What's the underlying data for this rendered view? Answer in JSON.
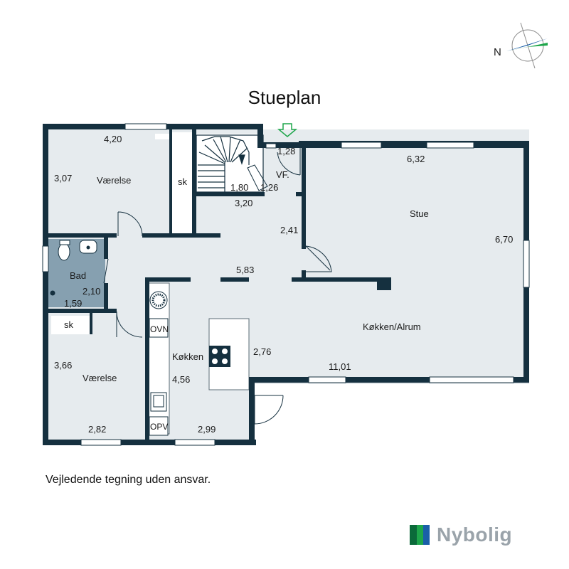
{
  "title": "Stueplan",
  "compass_label": "N",
  "disclaimer": "Vejledende tegning uden ansvar.",
  "brand": {
    "name": "Nybolig",
    "colors": [
      "#0b6a3a",
      "#1ea64b",
      "#1a5fa8"
    ]
  },
  "colors": {
    "wall": "#15303f",
    "floor": "#e6ebee",
    "bathroom": "#86a0b0",
    "entrance_arrow": "#1ea64b"
  },
  "rooms": [
    {
      "id": "vaerelse-1",
      "name": "Værelse",
      "dims": [
        "4,20",
        "3,07"
      ]
    },
    {
      "id": "sk-1",
      "name": "sk",
      "dims": []
    },
    {
      "id": "trappe",
      "name": "",
      "dims": [
        "1,80"
      ]
    },
    {
      "id": "vf",
      "name": "VF.",
      "dims": [
        "1,28",
        "1,26"
      ]
    },
    {
      "id": "gang",
      "name": "",
      "dims": [
        "3,20",
        "2,41",
        "5,83"
      ]
    },
    {
      "id": "stue",
      "name": "Stue",
      "dims": [
        "6,32",
        "6,70"
      ]
    },
    {
      "id": "bad",
      "name": "Bad",
      "dims": [
        "2,10",
        "1,59"
      ]
    },
    {
      "id": "sk-2",
      "name": "sk",
      "dims": []
    },
    {
      "id": "vaerelse-2",
      "name": "Værelse",
      "dims": [
        "3,66",
        "2,82"
      ]
    },
    {
      "id": "koekken",
      "name": "Køkken",
      "dims": [
        "4,56",
        "2,99",
        "2,76"
      ]
    },
    {
      "id": "koekken-alrum",
      "name": "Køkken/Alrum",
      "dims": [
        "11,01"
      ]
    }
  ],
  "appliances": {
    "oven": "OVN",
    "dishwasher": "OPV"
  }
}
